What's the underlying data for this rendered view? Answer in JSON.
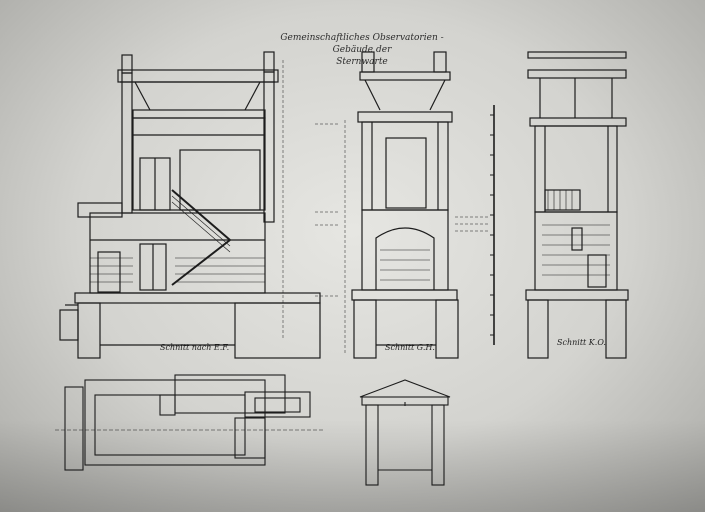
{
  "sheet": {
    "title_line1": "Gemeinschaftliches Observatorien - Gebäude der",
    "title_line2": "Sternwarte",
    "section_labels": {
      "left": "Schnitt nach E.F.",
      "middle": "Schnitt G.H.",
      "right": "Schnitt K.O."
    }
  },
  "colors": {
    "paper": "#dcdcd8",
    "ink": "#1d1d1d"
  }
}
